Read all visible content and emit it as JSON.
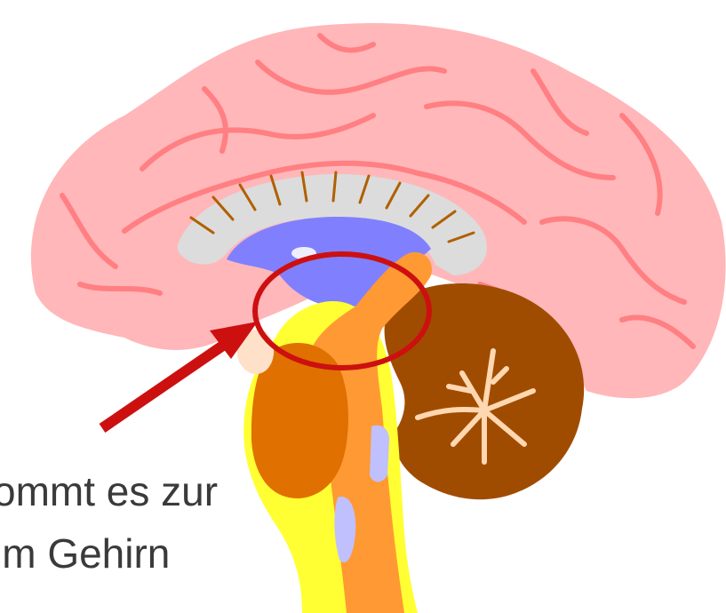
{
  "caption": {
    "line1": "ommt es zur",
    "line2": "im Gehirn"
  },
  "colors": {
    "cortex_fill": "#ffb7b9",
    "gyri_line": "#ff7f83",
    "corpus_callosum": "#dcdcdc",
    "ventricle": "#8080ff",
    "brainstem": "#ff9933",
    "pons": "#e07000",
    "yellow_outline": "#ffff33",
    "cerebellum": "#a04c00",
    "arbor_vitae": "#ffd7b0",
    "highlight_circle": "#cc1010",
    "arrow": "#cc1010",
    "lavender": "#c0c0ff",
    "comb_lines": "#b06000"
  },
  "icons": {
    "pointer": "arrow-icon",
    "focus": "circle-highlight"
  }
}
